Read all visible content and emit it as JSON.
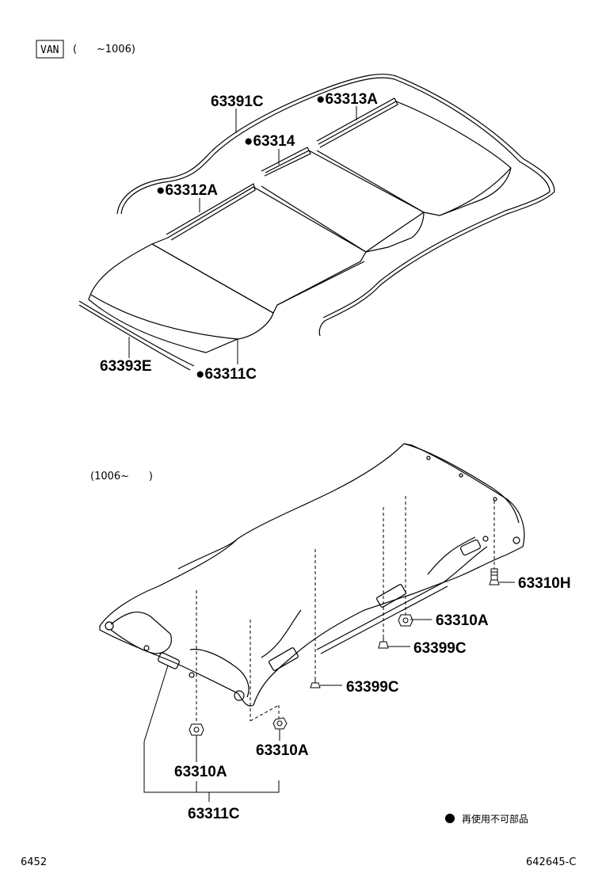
{
  "header": {
    "badge": "VAN",
    "range_top": "(      ~1006)",
    "range_bottom": "(1006~      )"
  },
  "top_labels": {
    "p63391c": "63391C",
    "p63313a": "●63313A",
    "p63314": "●63314",
    "p63312a": "●63312A",
    "p63393e": "63393E",
    "p63311c": "●63311C"
  },
  "bottom_labels": {
    "p63310h": "63310H",
    "p63310a_r": "63310A",
    "p63399c_r": "63399C",
    "p63399c_m": "63399C",
    "p63310a_l": "63310A",
    "p63310a_m": "63310A",
    "p63311c": "63311C"
  },
  "legend": {
    "text": "再使用不可部品"
  },
  "footer": {
    "left": "6452",
    "right": "642645-C"
  }
}
